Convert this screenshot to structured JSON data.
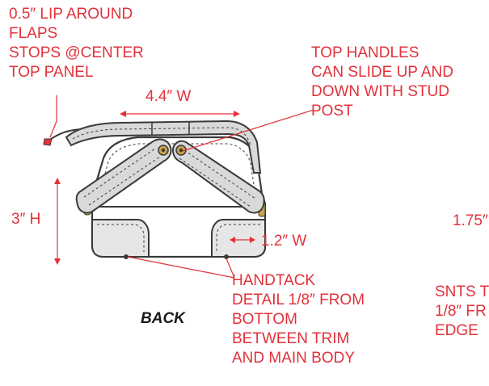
{
  "annotations": {
    "lip_note": [
      "0.5″ LIP AROUND",
      "FLAPS",
      "STOPS @CENTER",
      "TOP PANEL"
    ],
    "width_label": "4.4″ W",
    "handles_note": [
      "TOP HANDLES",
      "CAN SLIDE UP AND",
      "DOWN WITH STUD",
      "POST"
    ],
    "height_label": "3″ H",
    "trim_width_label": "1.2″ W",
    "partial_dimension": "1.75″",
    "handtack_note": [
      "HANDTACK",
      "DETAIL 1/8″ FROM",
      "BOTTOM",
      "BETWEEN TRIM",
      "AND MAIN BODY"
    ],
    "snts_note": [
      "SNTS T",
      "1/8″ FR",
      "EDGE"
    ]
  },
  "view_label": "BACK",
  "colors": {
    "annotation": "#e2313a",
    "outline": "#3a3a3a",
    "body_fill": "#ffffff",
    "panel_fill": "#e6e6e6",
    "handle_fill": "#d9d9d9",
    "stud": "#c9a14a"
  }
}
